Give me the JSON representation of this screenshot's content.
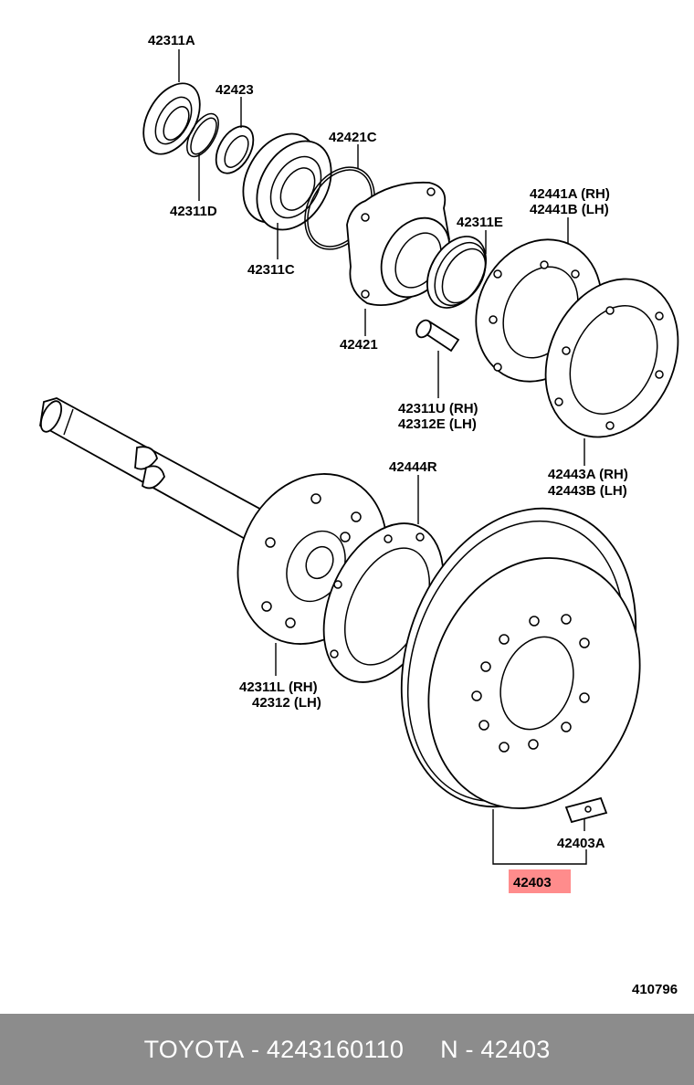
{
  "diagram": {
    "labels": {
      "p42311A": "42311A",
      "p42423": "42423",
      "p42311D": "42311D",
      "p42421C": "42421C",
      "p42311C": "42311C",
      "p42441A": "42441A (RH)",
      "p42441B": "42441B (LH)",
      "p42311E": "42311E",
      "p42421": "42421",
      "p42311U": "42311U (RH)",
      "p42312E": "42312E (LH)",
      "p42443A": "42443A (RH)",
      "p42443B": "42443B (LH)",
      "p42444R": "42444R",
      "p42311L": "42311L (RH)",
      "p42312": "42312 (LH)",
      "p42403A": "42403A",
      "p42403": "42403"
    },
    "highlight_color": "#ff8c8c",
    "ref_number": "410796"
  },
  "footer": {
    "brand": "TOYOTA",
    "part_number": "4243160110",
    "ref": "N - 42403",
    "background": "#8c8c8c"
  }
}
